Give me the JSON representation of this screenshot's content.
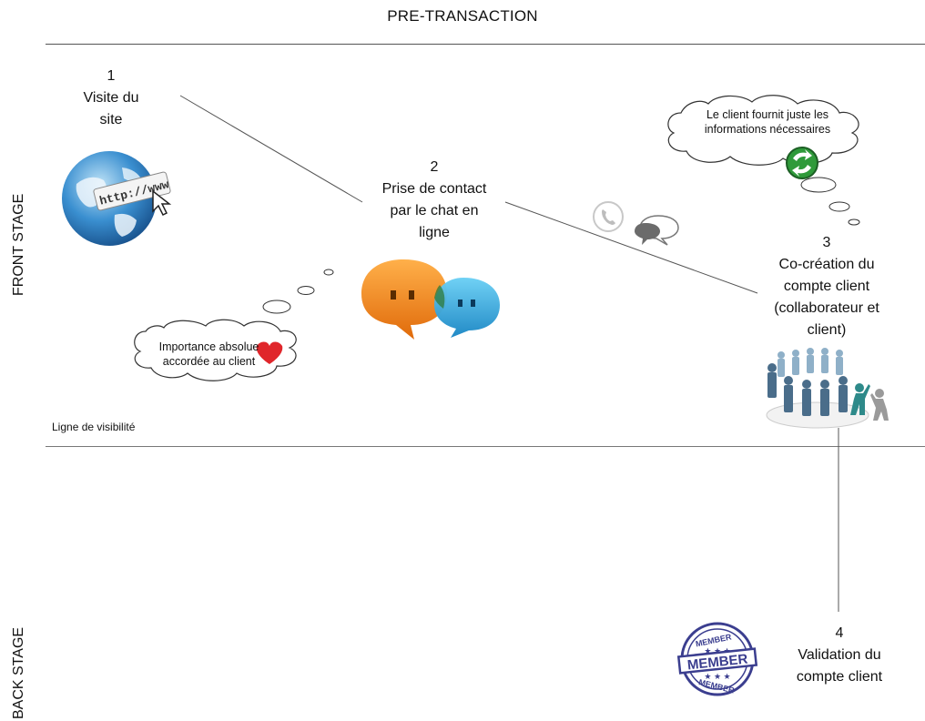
{
  "title": "PRE-TRANSACTION",
  "lanes": {
    "front": "FRONT STAGE",
    "back": "BACK STAGE"
  },
  "visibility_line_label": "Ligne de visibilité",
  "steps": [
    {
      "number": "1",
      "lines": [
        "Visite du",
        "site"
      ]
    },
    {
      "number": "2",
      "lines": [
        "Prise de contact",
        "par le chat en",
        "ligne"
      ]
    },
    {
      "number": "3",
      "lines": [
        "Co-création du",
        "compte client",
        "(collaborateur et",
        "client)"
      ]
    },
    {
      "number": "4",
      "lines": [
        "Validation du",
        "compte client"
      ]
    }
  ],
  "thoughts": {
    "importance": [
      "Importance absolue",
      "accordée au client"
    ],
    "information": [
      "Le client fournit juste les",
      "informations nécessaires"
    ]
  },
  "icons": {
    "globe": {
      "url_text": "http://www"
    },
    "stamp": {
      "text": "MEMBER"
    }
  },
  "colors": {
    "orange_bubble": "#f28a1a",
    "blue_bubble": "#2aa3dc",
    "heart": "#e0262b",
    "recycle_green": "#2f9a3a",
    "stamp_purple": "#3b3e8f",
    "people": "#4a6d8a"
  }
}
